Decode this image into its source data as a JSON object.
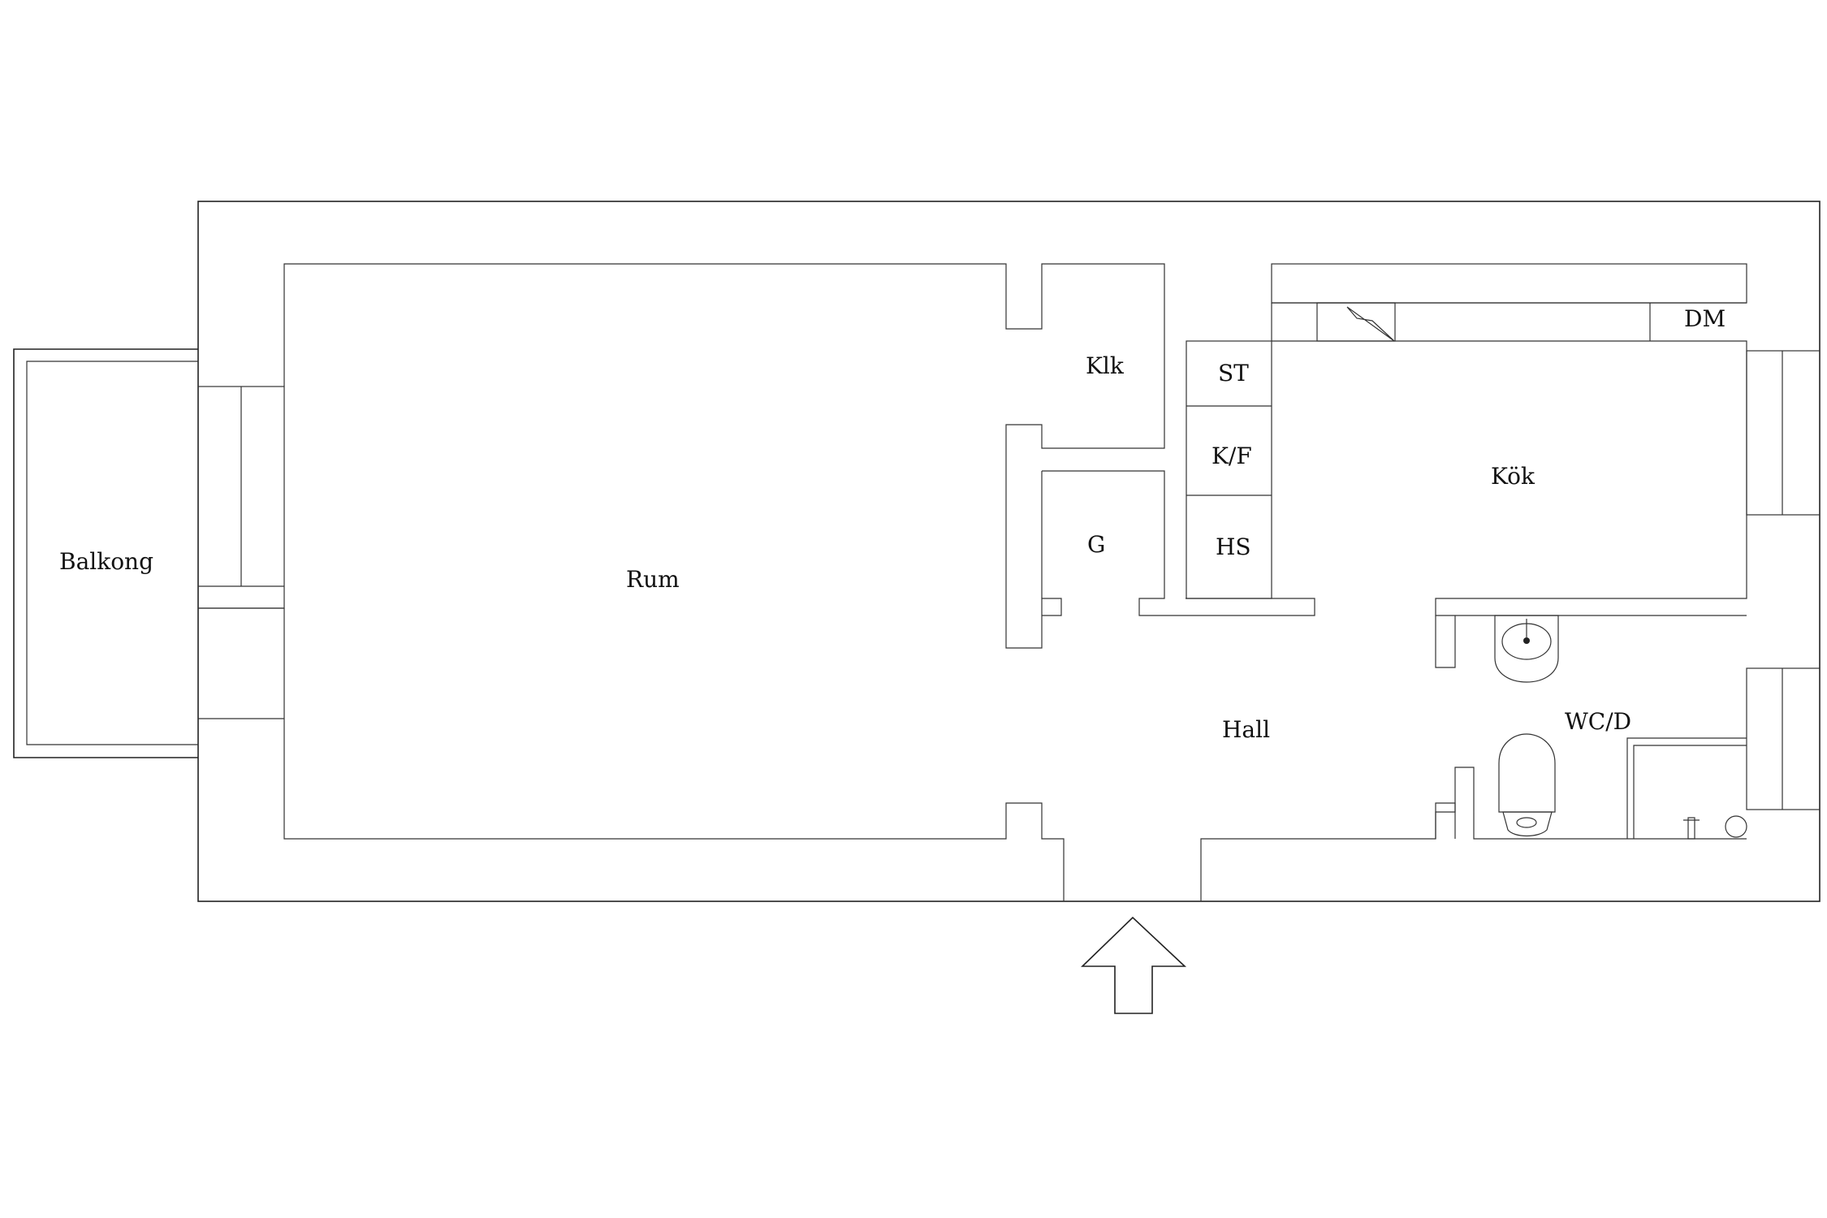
{
  "floorplan": {
    "rooms": {
      "balkong": "Balkong",
      "rum": "Rum",
      "klk": "Klk",
      "g": "G",
      "st": "ST",
      "kf": "K/F",
      "hs": "HS",
      "kok": "Kök",
      "dm": "DM",
      "hall": "Hall",
      "wcd": "WC/D"
    },
    "icons": {
      "entrance": "entrance-arrow-icon",
      "sink": "sink-icon",
      "toilet": "toilet-icon",
      "stove": "stove-icon"
    },
    "colors": {
      "line": "#222222",
      "background": "#ffffff"
    }
  }
}
